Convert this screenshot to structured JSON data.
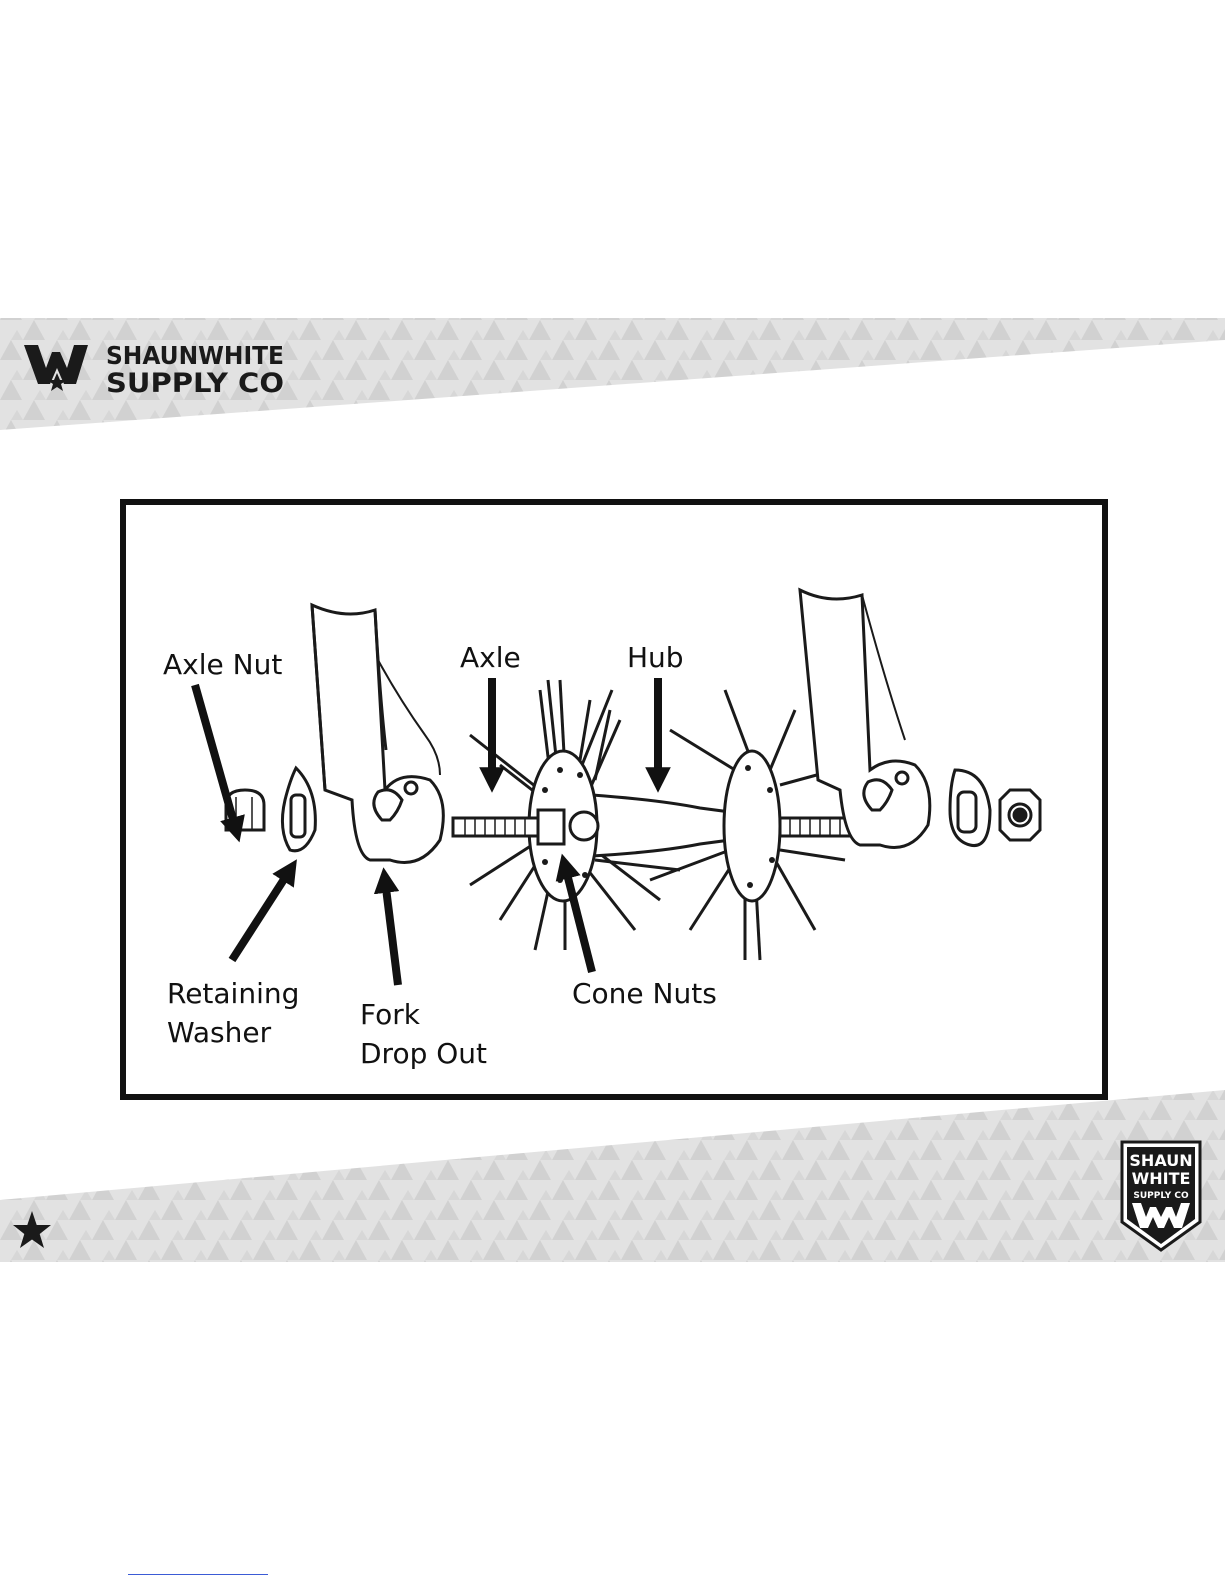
{
  "brand": {
    "header_line1": "SHAUNWHITE",
    "header_line2": "SUPPLY CO",
    "badge_line1": "SHAUN",
    "badge_line2": "WHITE",
    "badge_line3": "SUPPLY CO",
    "logo_icon": "swsc-lightning-logo-icon",
    "star_icon": "star-icon"
  },
  "diagram": {
    "labels": {
      "axle_nut": "Axle Nut",
      "axle": "Axle",
      "hub": "Hub",
      "retaining_1": "Retaining",
      "retaining_2": "Washer",
      "fork_1": "Fork",
      "fork_2": "Drop Out",
      "cone_nuts": "Cone Nuts"
    }
  },
  "colors": {
    "band": "#e3e3e3",
    "pattern": "#d2d2d2",
    "ink": "#111111",
    "link": "#3b5bd6"
  }
}
